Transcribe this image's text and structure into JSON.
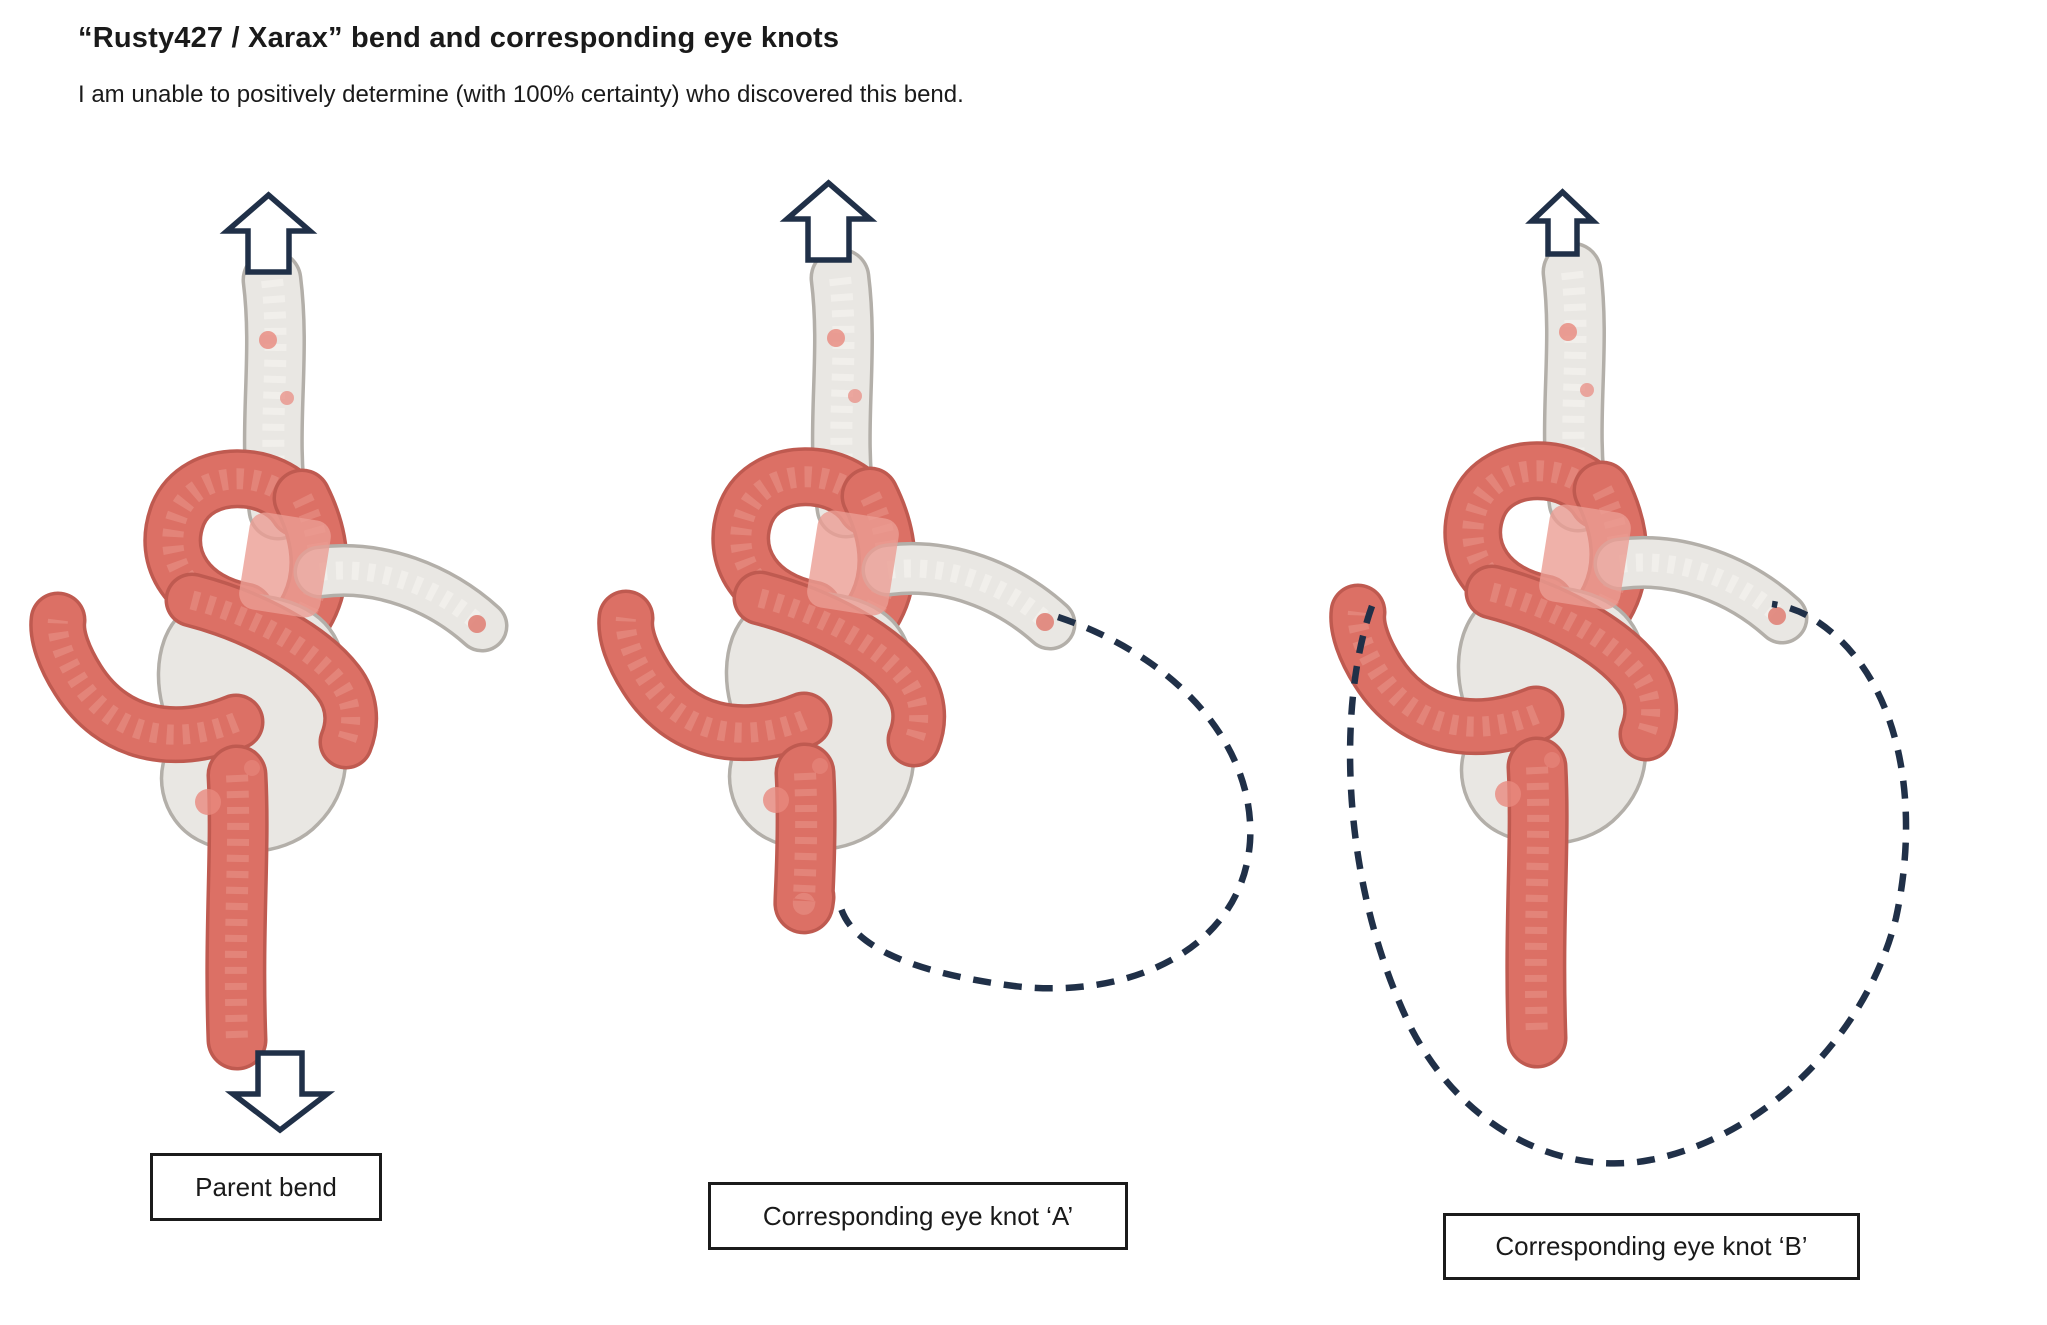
{
  "page": {
    "title": "“Rusty427 / Xarax” bend and corresponding eye knots",
    "subtitle": "I am unable to positively determine (with 100% certainty) who discovered this bend."
  },
  "figures": [
    {
      "name": "parent-bend",
      "label": "Parent bend",
      "arrows": [
        "up",
        "down"
      ],
      "has_eye_loop": false,
      "rope_colors": [
        "red",
        "white"
      ]
    },
    {
      "name": "corresponding-eye-knot-a",
      "label": "Corresponding eye knot ‘A’",
      "arrows": [
        "up"
      ],
      "has_eye_loop": true,
      "rope_colors": [
        "red",
        "white"
      ]
    },
    {
      "name": "corresponding-eye-knot-b",
      "label": "Corresponding eye knot ‘B’",
      "arrows": [
        "up"
      ],
      "has_eye_loop": true,
      "rope_colors": [
        "red",
        "white"
      ]
    }
  ],
  "colors": {
    "arrow_outline": "#203048",
    "dashed_loop": "#203048",
    "rope_red": "#dc7065",
    "rope_red_outline": "#bf5a50",
    "rope_red_texture": "#ea958b",
    "rope_white": "#e9e7e3",
    "rope_white_outline": "#b3afa9",
    "rope_white_texture": "#f7f6f3",
    "label_border": "#1b1b1b",
    "text": "#1a1a1a",
    "background": "#ffffff"
  }
}
